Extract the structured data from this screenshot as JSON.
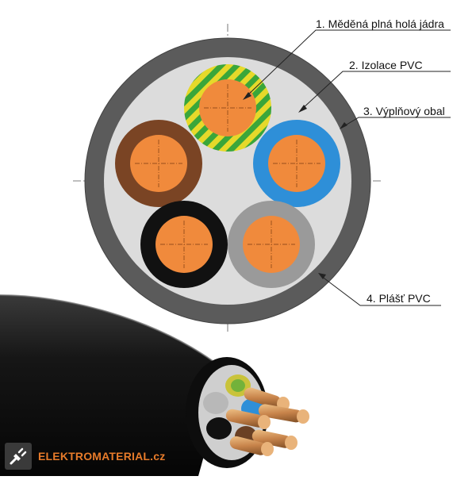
{
  "labels": {
    "l1": "1. Měděná plná holá jádra",
    "l2": "2. Izolace PVC",
    "l3": "3. Výplňový obal",
    "l4": "4. Plášť PVC"
  },
  "brand": {
    "text": "ELEKTROMATERIAL.cz"
  },
  "colors": {
    "sheath": "#5b5b5b",
    "filler": "#dcdcdc",
    "copper": "#f08a3c",
    "brown": "#7a4424",
    "blue": "#2e8fd8",
    "black": "#111111",
    "grey": "#9a9a9a",
    "green_yellow_a": "#3aa63a",
    "green_yellow_b": "#e6d92a",
    "brand_orange": "#e77b2a"
  },
  "cores": [
    {
      "id": "pe",
      "insulation": "green-yellow"
    },
    {
      "id": "l1",
      "insulation": "brown"
    },
    {
      "id": "l2",
      "insulation": "blue"
    },
    {
      "id": "l3",
      "insulation": "black"
    },
    {
      "id": "n",
      "insulation": "grey"
    }
  ]
}
